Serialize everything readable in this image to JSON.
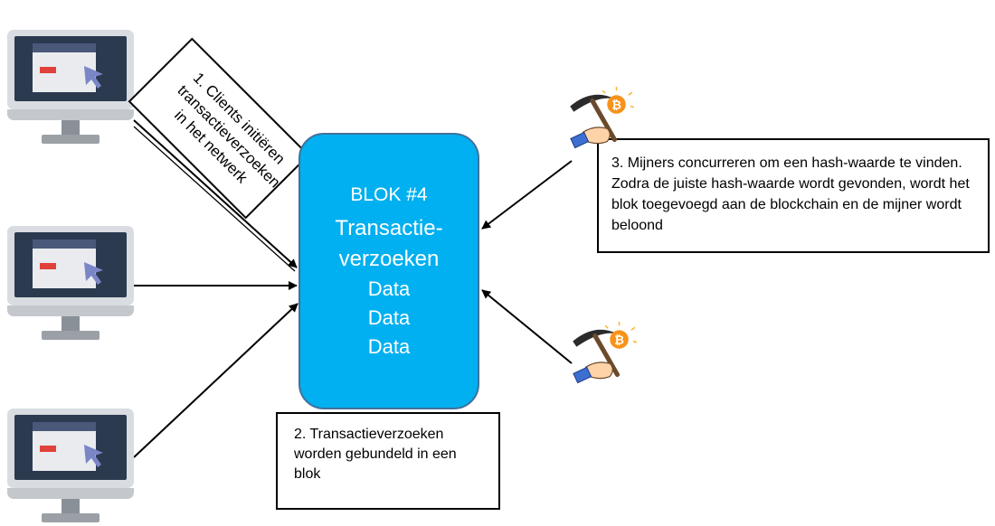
{
  "block": {
    "title": "BLOK #4",
    "line2": "Transactie-",
    "line3": "verzoeken",
    "rows": [
      "Data",
      "Data",
      "Data"
    ]
  },
  "notes": {
    "clients": "1. Clients initiëren transactieverzoeken in het netwerk",
    "bundle": "2. Transactieverzoeken worden gebundeld in een blok",
    "miners": "3. Mijners concurreren om een hash-waarde te vinden. Zodra de juiste hash-waarde wordt gevonden, wordt het blok toegevoegd aan de blockchain en de mijner wordt beloond"
  },
  "icons": {
    "client": "computer-monitor-icon",
    "miner": "bitcoin-pickaxe-miner-icon",
    "coin_symbol": "₿"
  },
  "colors": {
    "block_fill": "#00b0f0",
    "block_border": "#41719c",
    "block_text": "#ffffff",
    "coin": "#f7931a",
    "redbar": "#e0413b"
  }
}
